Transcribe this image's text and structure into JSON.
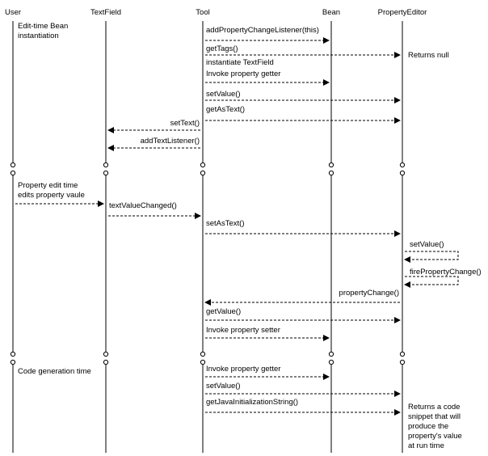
{
  "lifelines": [
    {
      "id": "user",
      "label": "User"
    },
    {
      "id": "textfield",
      "label": "TextField"
    },
    {
      "id": "tool",
      "label": "Tool"
    },
    {
      "id": "bean",
      "label": "Bean"
    },
    {
      "id": "propertyeditor",
      "label": "PropertyEditor"
    }
  ],
  "notes": {
    "edit_time_instantiation": [
      "Edit-time Bean",
      "instantiation"
    ],
    "returns_null": "Returns null",
    "property_edit_time": [
      "Property edit time",
      "edits property vaule"
    ],
    "code_generation_time": "Code generation time",
    "returns_code_snippet": [
      "Returns a code",
      "snippet that will",
      "produce the",
      "property's value",
      "at run time"
    ]
  },
  "messages": [
    {
      "from": "tool",
      "to": "bean",
      "label": "addPropertyChangeListener(this)"
    },
    {
      "from": "tool",
      "to": "propertyeditor",
      "label": "getTags()"
    },
    {
      "from": "tool",
      "to": "bean",
      "label": "instantiate TextField\nInvoke property getter"
    },
    {
      "from": "tool",
      "to": "propertyeditor",
      "label": "setValue()"
    },
    {
      "from": "tool",
      "to": "propertyeditor",
      "label": "getAsText()"
    },
    {
      "from": "tool",
      "to": "textfield",
      "label": "setText()"
    },
    {
      "from": "tool",
      "to": "textfield",
      "label": "addTextListener()"
    },
    {
      "from": "user",
      "to": "textfield",
      "label": ""
    },
    {
      "from": "textfield",
      "to": "tool",
      "label": "textValueChanged()"
    },
    {
      "from": "tool",
      "to": "propertyeditor",
      "label": "setAsText()"
    },
    {
      "from": "propertyeditor",
      "to": "propertyeditor",
      "label": "setValue()"
    },
    {
      "from": "propertyeditor",
      "to": "propertyeditor",
      "label": "firePropertyChange()"
    },
    {
      "from": "propertyeditor",
      "to": "tool",
      "label": "propertyChange()"
    },
    {
      "from": "tool",
      "to": "propertyeditor",
      "label": "getValue()"
    },
    {
      "from": "tool",
      "to": "bean",
      "label": "Invoke property setter"
    },
    {
      "from": "tool",
      "to": "bean",
      "label": "Invoke property getter"
    },
    {
      "from": "tool",
      "to": "propertyeditor",
      "label": "setValue()"
    },
    {
      "from": "tool",
      "to": "propertyeditor",
      "label": "getJavaInitializationString()"
    }
  ]
}
